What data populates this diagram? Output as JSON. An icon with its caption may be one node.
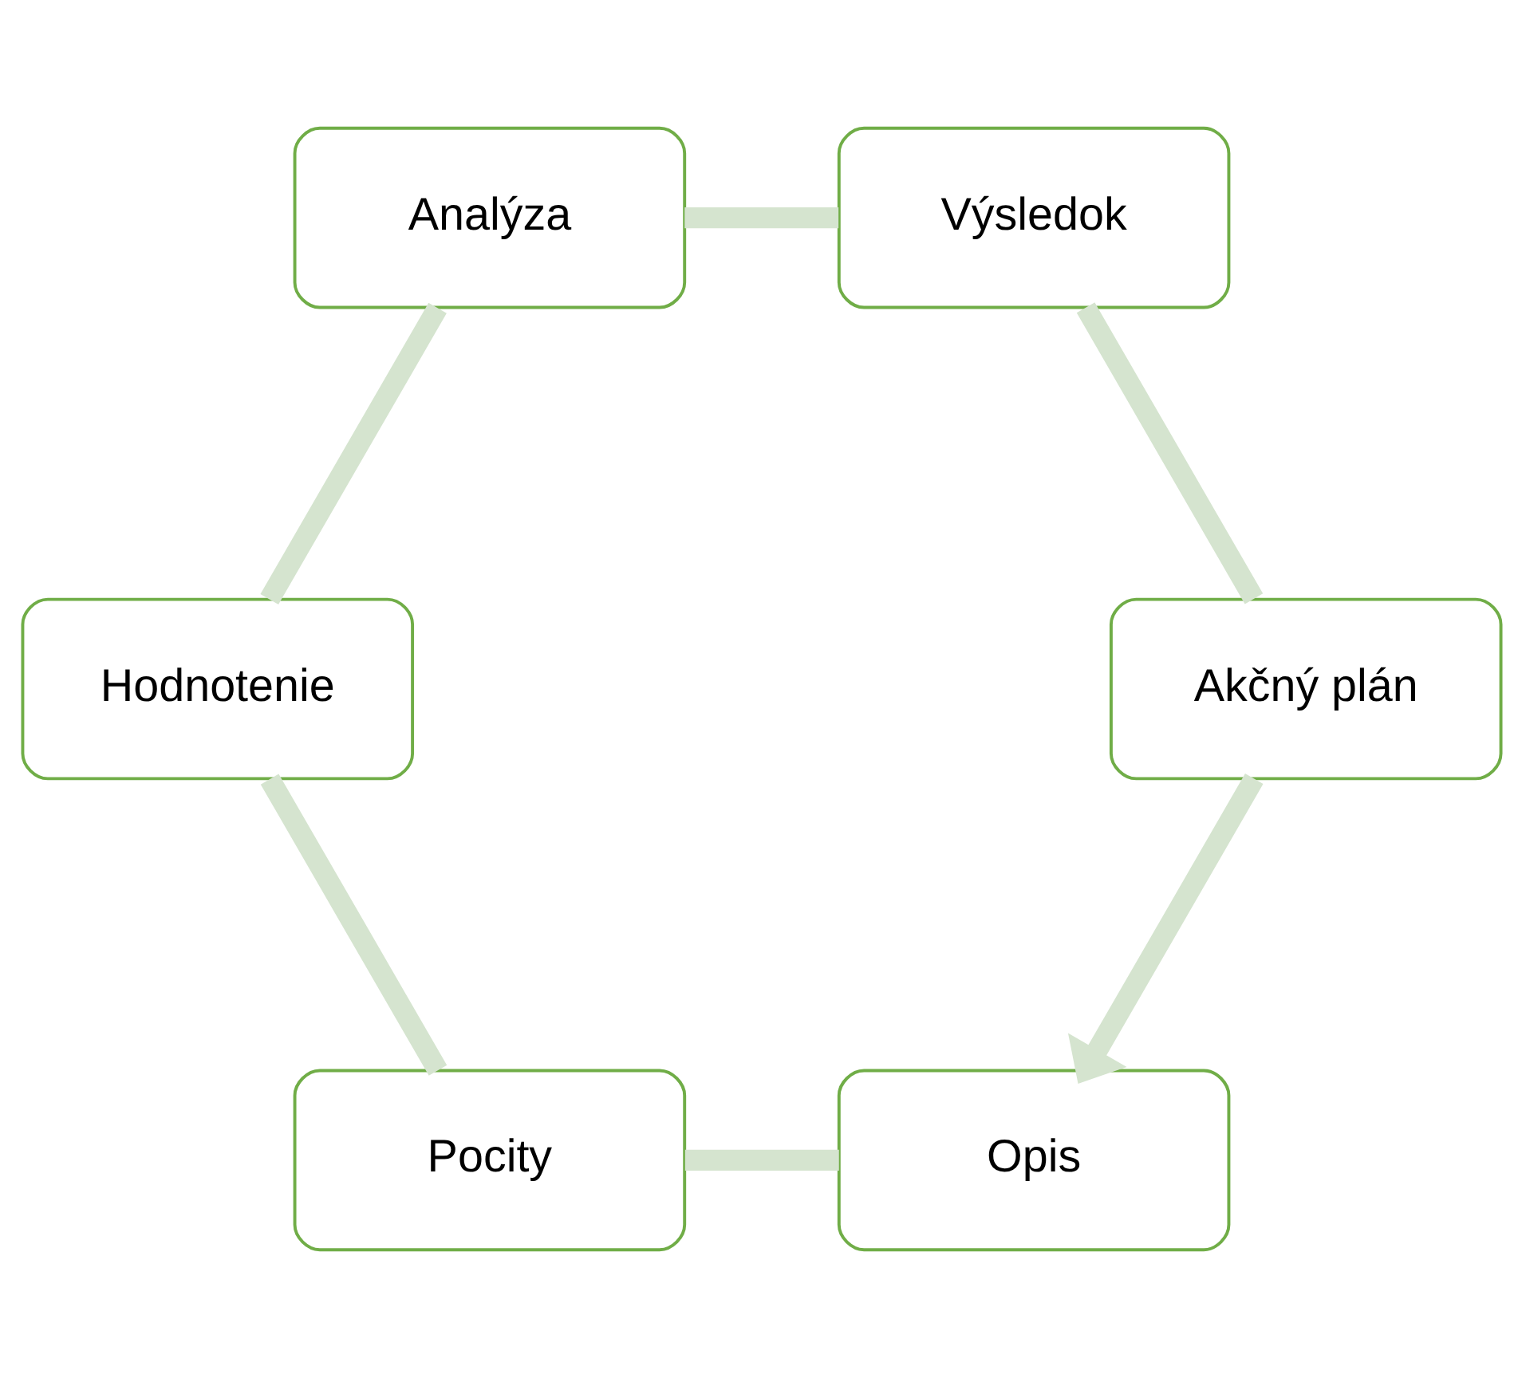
{
  "diagram": {
    "nodes": [
      {
        "text": [
          "Opis"
        ]
      },
      {
        "text": [
          "Pocity"
        ]
      },
      {
        "text": [
          "Hodnotenie"
        ]
      },
      {
        "text": [
          "Analýza"
        ]
      },
      {
        "text": [
          "Výsledok"
        ]
      },
      {
        "text": [
          "Akčný plán"
        ]
      }
    ],
    "edges": [
      {
        "from": 0,
        "to": 1,
        "arrow": "none"
      },
      {
        "from": 1,
        "to": 2,
        "arrow": "none"
      },
      {
        "from": 2,
        "to": 3,
        "arrow": "none"
      },
      {
        "from": 3,
        "to": 4,
        "arrow": "none"
      },
      {
        "from": 4,
        "to": 5,
        "arrow": "none"
      },
      {
        "from": 5,
        "to": 0,
        "arrow": "to"
      }
    ]
  }
}
